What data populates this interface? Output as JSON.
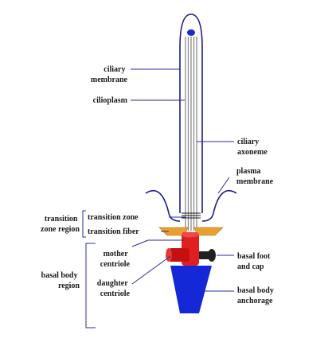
{
  "labels": {
    "ciliary_membrane": [
      "ciliary",
      "membrane"
    ],
    "cilioplasm": "cilioplasm",
    "ciliary_axoneme": [
      "ciliary",
      "axoneme"
    ],
    "plasma_membrane": [
      "plasma",
      "membrane"
    ],
    "transition_zone_region": [
      "transition",
      "zone region"
    ],
    "transition_zone": "transition zone",
    "transition_fiber": "transition fiber",
    "basal_body_region": [
      "basal body",
      "region"
    ],
    "mother_centriole": [
      "mother",
      "centriole"
    ],
    "daughter_centriole": [
      "daughter",
      "centriole"
    ],
    "basal_foot_and_cap": [
      "basal foot",
      "and cap"
    ],
    "basal_body_anchorage": [
      "basal body",
      "anchorage"
    ]
  },
  "colors": {
    "membrane": "#1a1a8a",
    "leader_line": "#2a2aa0",
    "axoneme": "#8a8a8a",
    "tip": "#1c2cc8",
    "transition_fiber": "#e8a030",
    "mother_centriole": "#e02020",
    "daughter_centriole": "#c41010",
    "basal_foot": "#202020",
    "anchorage": "#1428d8",
    "bracket": "#2a2aa0"
  }
}
